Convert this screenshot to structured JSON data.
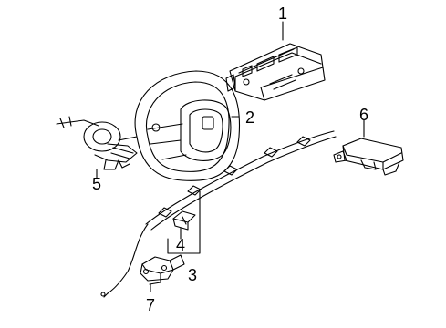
{
  "diagram": {
    "callouts": [
      "1",
      "2",
      "3",
      "4",
      "5",
      "6",
      "7"
    ],
    "line_color": "#000000",
    "background": "#ffffff"
  }
}
